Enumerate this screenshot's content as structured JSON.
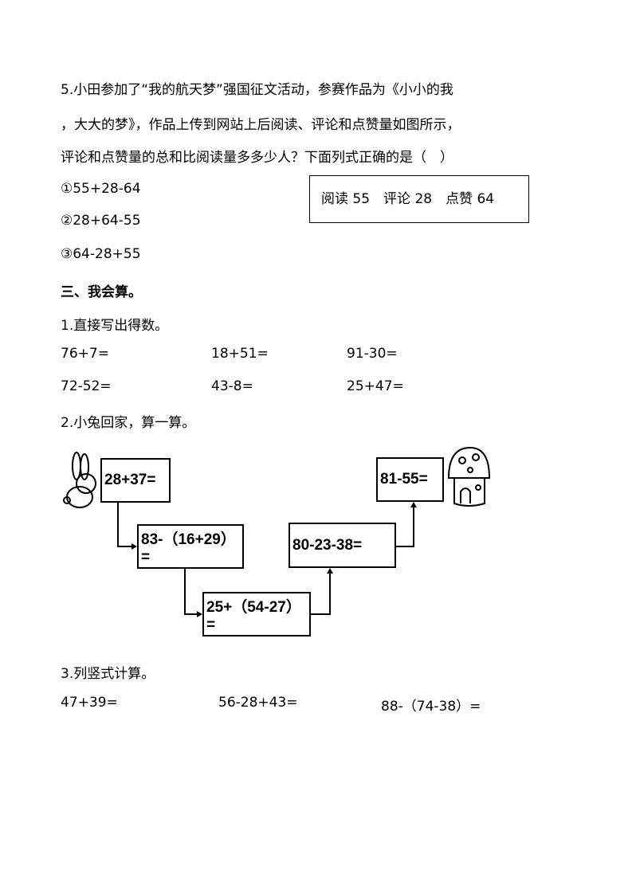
{
  "q5": {
    "line1": "5.小田参加了“我的航天梦”强国征文活动，参赛作品为《小小的我",
    "line2": "，大大的梦》，作品上传到网站上后阅读、评论和点赞量如图所示，",
    "line3": "评论和点赞量的总和比阅读量多多少人？下面列式正确的是（　）",
    "options": [
      "①55+28-64",
      "②28+64-55",
      "③64-28+55"
    ],
    "stats": "阅读 55　评论 28　点赞 64"
  },
  "section3": {
    "title": "三、我会算。",
    "part1": {
      "title": "1.直接写出得数。",
      "items": [
        "76+7=",
        "18+51=",
        "91-30=",
        "72-52=",
        "43-8=",
        "25+47="
      ]
    },
    "part2": {
      "title": "2.小兔回家，算一算。",
      "steps": [
        "28+37=",
        "83-（16+29）=",
        "25+（54-27）=",
        "80-23-38=",
        "81-55="
      ]
    },
    "part3": {
      "title": "3.列竖式计算。",
      "items": [
        "47+39=",
        "56-28+43=",
        "88-（74-38）="
      ]
    }
  }
}
